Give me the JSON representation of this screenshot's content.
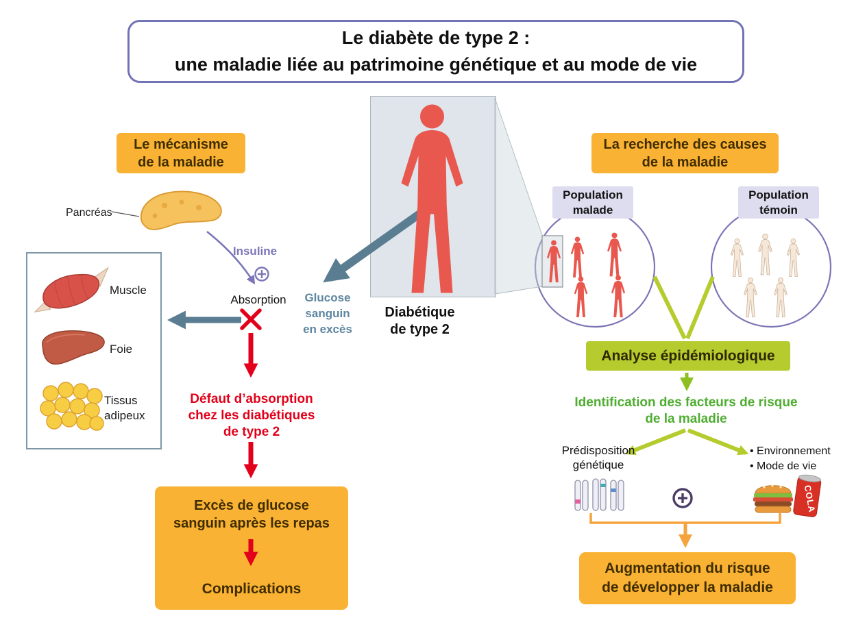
{
  "title": "Le diabète de type 2 :\nune maladie liée au patrimoine génétique et au mode de vie",
  "mechanism": {
    "header": "Le mécanisme\nde la maladie",
    "pancreas": "Pancréas",
    "insuline": "Insuline",
    "absorption": "Absorption",
    "glucose": "Glucose\nsanguin\nen excès",
    "organ_muscle": "Muscle",
    "organ_foie": "Foie",
    "organ_tissus": "Tissus\nadipeux",
    "defaut": "Défaut d’absorption\nchez les diabétiques\nde type 2",
    "exces": "Excès de glucose\nsanguin après les repas",
    "complications": "Complications"
  },
  "center": {
    "figure_label": "Diabétique\nde type 2"
  },
  "research": {
    "header": "La recherche des causes\nde la maladie",
    "population_malade": "Population\nmalade",
    "population_temoin": "Population\ntémoin",
    "analyse": "Analyse épidémiologique",
    "identification": "Identification des facteurs de risque\nde la maladie",
    "predisposition": "Prédisposition\ngénétique",
    "environnement": "• Environnement\n• Mode de vie",
    "cola": "COLA",
    "augmentation": "Augmentation du risque\nde développer la maladie"
  },
  "colors": {
    "orange": "#F9B233",
    "green_box": "#B5CB2E",
    "green_text": "#4EAD30",
    "red": "#E2001A",
    "purple": "#7A76B8",
    "steel": "#5A7D92",
    "lavender": "#DEDCEF"
  }
}
